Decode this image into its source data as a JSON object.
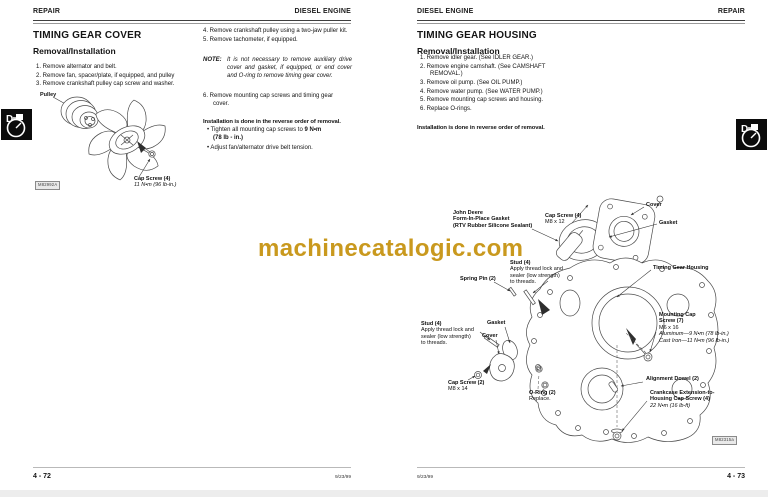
{
  "watermark": {
    "text": "machinecatalogic.com",
    "color": "#C9991E"
  },
  "corner_icon": {
    "letter": "D"
  },
  "left_page": {
    "header_left": "REPAIR",
    "header_right": "DIESEL ENGINE",
    "title": "TIMING GEAR COVER",
    "subtitle": "Removal/Installation",
    "steps": [
      "1. Remove alternator and belt.",
      "2. Remove fan, spacer/plate, if equipped, and pulley",
      "3. Remove crankshaft pulley cap screw and washer."
    ],
    "steps_col2": [
      "4. Remove crankshaft pulley using a two-jaw puller kit.",
      "5. Remove tachometer, if equipped."
    ],
    "note_label": "NOTE:",
    "note_text": "It is not necessary to remove auxiliary drive cover and gasket, if equipped, or end cover and O-ring to remove timing gear cover.",
    "step_6": "6. Remove mounting cap screws and timing gear cover.",
    "installation_heading": "Installation is done in the reverse order of removal.",
    "bullet_1_text": "• Tighten all mounting cap screws to ",
    "bullet_1_torque": "9 N•m",
    "bullet_1_torque2": "(78 lb - in.)",
    "bullet_2": "• Adjust fan/alternator drive belt tension.",
    "figure": {
      "pulley": "Pulley",
      "cap_screw": "Cap Screw (4)",
      "cap_screw_torque": "11 N•m (96 lb-in.)",
      "code": "M82992A"
    },
    "footer_page": "4 - 72",
    "footer_date": "9/23/99"
  },
  "right_page": {
    "header_left": "DIESEL ENGINE",
    "header_right": "REPAIR",
    "title": "TIMING GEAR HOUSING",
    "subtitle": "Removal/Installation",
    "steps": [
      "1. Remove idler gear. (See IDLER GEAR.)",
      "2. Remove engine camshaft. (See CAMSHAFT REMOVAL.)",
      "3. Remove oil pump. (See OIL PUMP.)",
      "4. Remove water pump. (See WATER PUMP.)",
      "5. Remove mounting cap screws and housing.",
      "6. Replace O-rings."
    ],
    "installation_heading": "Installation is done in reverse order of removal.",
    "labels": {
      "jd_line1": "John Deere",
      "jd_line2": "Form-In-Place Gasket",
      "jd_line3": "(RTV Rubber Silicone Sealant)",
      "cap_screw_4": "Cap Screw (4)",
      "cap_screw_4_size": "M8 x 12",
      "cover_top": "Cover",
      "gasket_top": "Gasket",
      "stud": "Stud (4)",
      "stud_note1": "Apply thread lock and",
      "stud_note2": "sealer (low strength)",
      "stud_note3": "to threads.",
      "spring_pin": "Spring Pin (2)",
      "timing_gear_housing": "Timing Gear Housing",
      "gasket_mid": "Gasket",
      "cover_mid": "Cover",
      "cap_screw_2": "Cap Screw (2)",
      "cap_screw_2_size": "M8 x 14",
      "o_ring": "O-Ring (2)",
      "o_ring_note": "Replace.",
      "mounting_1": "Mounting Cap",
      "mounting_2": "Screw (7)",
      "mounting_size": "M6 x 16",
      "mounting_alu": "Aluminum—9 N•m (78 lb-in.)",
      "mounting_cast": "Cast Iron—11 N•m (96 lb-in.)",
      "alignment_dowel": "Alignment Dowel (2)",
      "crankcase_1": "Crankcase Extension-to-",
      "crankcase_2": "Housing Cap Screw (4)",
      "crankcase_torque": "22 N•m (16 lb-ft)",
      "code": "M82315a"
    },
    "footer_date": "9/23/99",
    "footer_page": "4 - 73"
  }
}
